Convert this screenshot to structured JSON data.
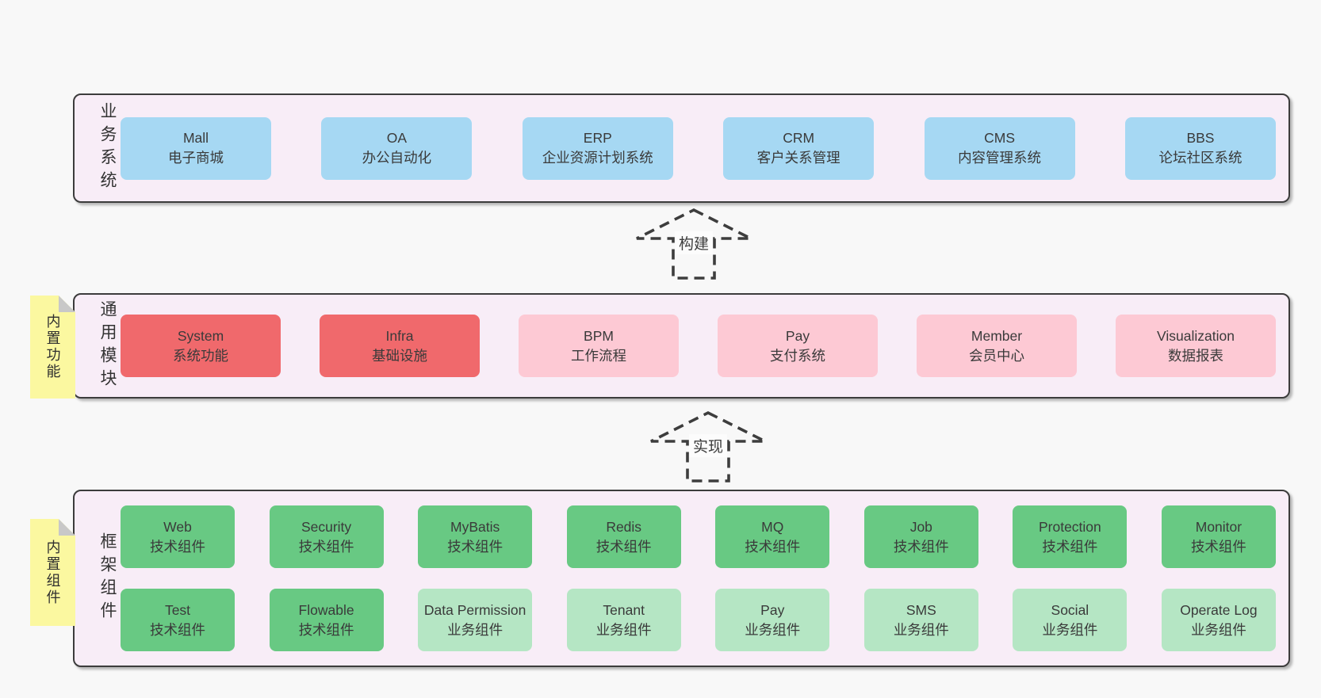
{
  "layers": {
    "business": {
      "label": "业务系统",
      "boxes": [
        {
          "name": "Mall",
          "desc": "电子商城",
          "variant": "blue"
        },
        {
          "name": "OA",
          "desc": "办公自动化",
          "variant": "blue"
        },
        {
          "name": "ERP",
          "desc": "企业资源计划系统",
          "variant": "blue"
        },
        {
          "name": "CRM",
          "desc": "客户关系管理",
          "variant": "blue"
        },
        {
          "name": "CMS",
          "desc": "内容管理系统",
          "variant": "blue"
        },
        {
          "name": "BBS",
          "desc": "论坛社区系统",
          "variant": "blue"
        }
      ]
    },
    "modules": {
      "label": "通用模块",
      "note": "内置功能",
      "boxes": [
        {
          "name": "System",
          "desc": "系统功能",
          "variant": "red"
        },
        {
          "name": "Infra",
          "desc": "基础设施",
          "variant": "red"
        },
        {
          "name": "BPM",
          "desc": "工作流程",
          "variant": "pink"
        },
        {
          "name": "Pay",
          "desc": "支付系统",
          "variant": "pink"
        },
        {
          "name": "Member",
          "desc": "会员中心",
          "variant": "pink"
        },
        {
          "name": "Visualization",
          "desc": "数据报表",
          "variant": "pink"
        }
      ]
    },
    "components": {
      "label": "框架组件",
      "note": "内置组件",
      "row1": [
        {
          "name": "Web",
          "desc": "技术组件",
          "variant": "green"
        },
        {
          "name": "Security",
          "desc": "技术组件",
          "variant": "green"
        },
        {
          "name": "MyBatis",
          "desc": "技术组件",
          "variant": "green"
        },
        {
          "name": "Redis",
          "desc": "技术组件",
          "variant": "green"
        },
        {
          "name": "MQ",
          "desc": "技术组件",
          "variant": "green"
        },
        {
          "name": "Job",
          "desc": "技术组件",
          "variant": "green"
        },
        {
          "name": "Protection",
          "desc": "技术组件",
          "variant": "green"
        },
        {
          "name": "Monitor",
          "desc": "技术组件",
          "variant": "green"
        }
      ],
      "row2": [
        {
          "name": "Test",
          "desc": "技术组件",
          "variant": "green"
        },
        {
          "name": "Flowable",
          "desc": "技术组件",
          "variant": "green"
        },
        {
          "name": "Data Permission",
          "desc": "业务组件",
          "variant": "lightgreen"
        },
        {
          "name": "Tenant",
          "desc": "业务组件",
          "variant": "lightgreen"
        },
        {
          "name": "Pay",
          "desc": "业务组件",
          "variant": "lightgreen"
        },
        {
          "name": "SMS",
          "desc": "业务组件",
          "variant": "lightgreen"
        },
        {
          "name": "Social",
          "desc": "业务组件",
          "variant": "lightgreen"
        },
        {
          "name": "Operate Log",
          "desc": "业务组件",
          "variant": "lightgreen"
        }
      ]
    }
  },
  "arrows": [
    {
      "label": "构建",
      "direction": "up"
    },
    {
      "label": "实现",
      "direction": "up"
    }
  ],
  "colors": {
    "background": "#f8f8f8",
    "container_bg": "#f8edf7",
    "container_border": "#3c3c3c",
    "blue": "#a6d8f3",
    "red": "#f0696c",
    "pink": "#fdc9d4",
    "green": "#68c983",
    "lightgreen": "#b5e6c4",
    "note_yellow": "#fbf8a0",
    "note_fold": "#c8c8c8",
    "text": "#3a3a3a"
  }
}
